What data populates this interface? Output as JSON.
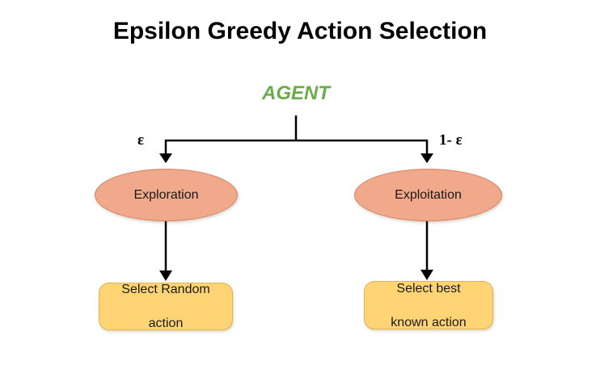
{
  "page": {
    "title": "Epsilon Greedy Action Selection",
    "background_color": "#ffffff"
  },
  "diagram": {
    "root": {
      "label": "AGENT",
      "color": "#6cab4a"
    },
    "branches": [
      {
        "probability_label": "ε",
        "decision_label": "Exploration",
        "action_label_line1": "Select Random",
        "action_label_line2": "action"
      },
      {
        "probability_label": "1- ε",
        "decision_label": "Exploitation",
        "action_label_line1": "Select best",
        "action_label_line2": "known action"
      }
    ],
    "colors": {
      "ellipse_fill": "#f0a98a",
      "ellipse_stroke": "#d4825f",
      "box_fill": "#ffd475",
      "box_stroke": "#e0b354",
      "connector": "#000000",
      "title_text": "#000000",
      "node_text": "#1a1a1a"
    }
  }
}
